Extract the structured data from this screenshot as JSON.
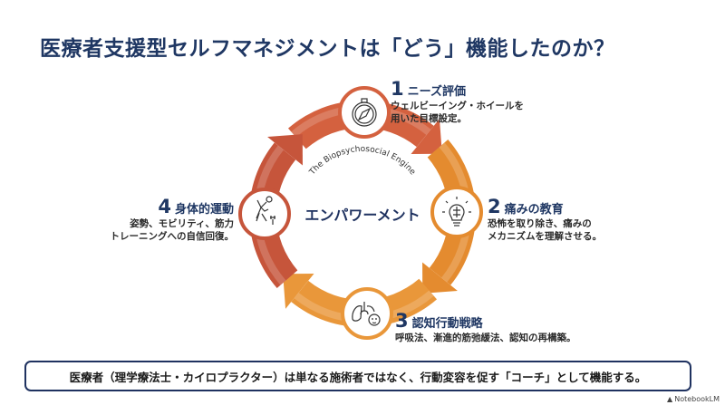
{
  "title": "医療者支援型セルフマネジメントは「どう」機能したのか？",
  "diagram": {
    "engine_label": "The Biopsychosocial Engine",
    "center_label": "エンパワーメント",
    "colors": {
      "top": "#d4613f",
      "right": "#e48b2f",
      "bottom": "#e9973a",
      "left": "#c6553b",
      "navy": "#1f3763"
    },
    "steps": [
      {
        "number": "1",
        "name": "ニーズ評価",
        "desc_lines": [
          "ウェルビーイング・ホイールを",
          "用いた目標設定。"
        ],
        "icon": "compass-icon"
      },
      {
        "number": "2",
        "name": "痛みの教育",
        "desc_lines": [
          "恐怖を取り除き、痛みの",
          "メカニズムを理解させる。"
        ],
        "icon": "lightbulb-brain-icon"
      },
      {
        "number": "3",
        "name": "認知行動戦略",
        "desc_lines": [
          "呼吸法、漸進的筋弛緩法、認知の再構築。"
        ],
        "icon": "lungs-relaxed-face-icon"
      },
      {
        "number": "4",
        "name": "身体的運動",
        "desc_lines": [
          "姿勢、モビリティ、筋力",
          "トレーニングへの自信回復。"
        ],
        "icon": "exercise-person-icon"
      }
    ]
  },
  "bottom_note": "医療者（理学療法士・カイロプラクター）は単なる施術者ではなく、行動変容を促す「コーチ」として機能する。",
  "watermark": "NotebookLM"
}
